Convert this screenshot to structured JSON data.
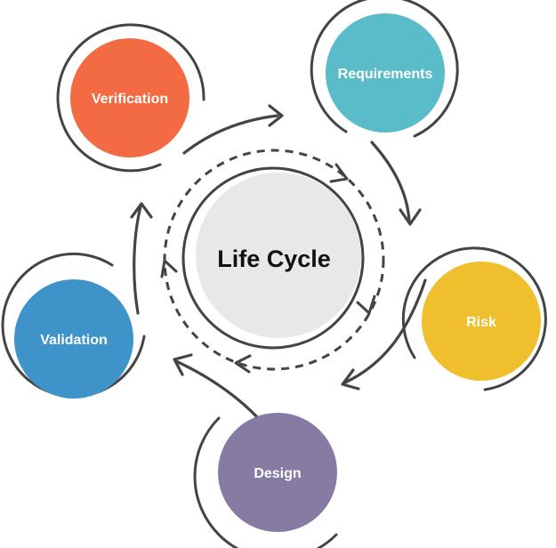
{
  "center": {
    "label": "Life Cycle",
    "color": "#e8e8e8"
  },
  "nodes": [
    {
      "id": "requirements",
      "label": "Requirements",
      "color": "#5bbcc9"
    },
    {
      "id": "risk",
      "label": "Risk",
      "color": "#f0bf2e"
    },
    {
      "id": "design",
      "label": "Design",
      "color": "#857ba3"
    },
    {
      "id": "validation",
      "label": "Validation",
      "color": "#3e94c9"
    },
    {
      "id": "verification",
      "label": "Verification",
      "color": "#f26b42"
    }
  ],
  "line_color": "#444444"
}
